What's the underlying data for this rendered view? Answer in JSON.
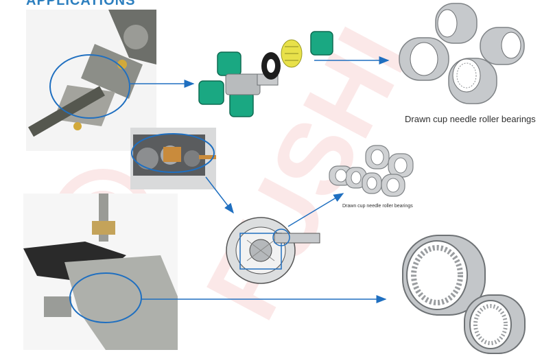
{
  "page": {
    "heading": "APPLICATIONS"
  },
  "watermark": {
    "brand": "FUSHI",
    "color": "#e56b6b"
  },
  "captions": {
    "main": "Drawn cup needle roller bearings",
    "small": "Drawn cup needle roller bearings"
  },
  "colors": {
    "arrow": "#1f6fc0",
    "highlight_ring": "#1f6fc0",
    "joint_green": "#1aa882",
    "roller_yellow": "#e8e14a",
    "steel": "#c6c9cc"
  },
  "images": [
    {
      "name": "steering-universal-joint-photo"
    },
    {
      "name": "universal-joint-exploded-view"
    },
    {
      "name": "needle-bearing-set-top"
    },
    {
      "name": "gearbox-cutaway-photo"
    },
    {
      "name": "needle-bearing-set-middle"
    },
    {
      "name": "differential-cutaway-illustration"
    },
    {
      "name": "steering-rack-photo"
    },
    {
      "name": "needle-bearing-pair-bottom"
    }
  ]
}
